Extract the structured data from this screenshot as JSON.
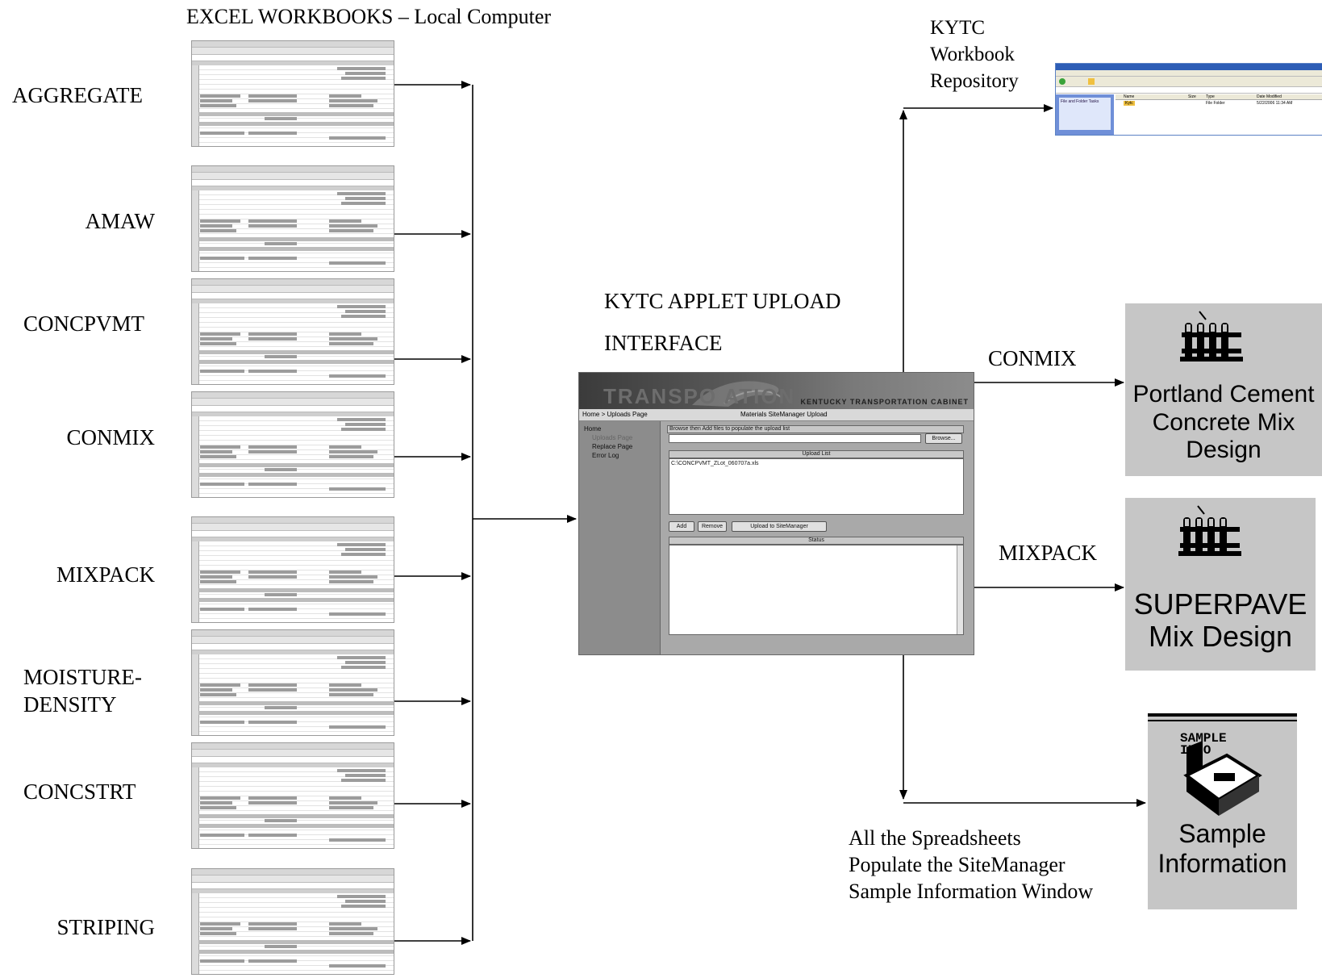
{
  "header": "EXCEL WORKBOOKS – Local Computer",
  "workbooks": [
    "AGGREGATE",
    "AMAW",
    "CONCPVMT",
    "CONMIX",
    "MIXPACK",
    "MOISTURE-\nDENSITY",
    "CONCSTRT",
    "STRIPING"
  ],
  "applet": {
    "title_line1": "KYTC APPLET UPLOAD",
    "title_line2": "INTERFACE",
    "banner_big": "TRANSPO    ATION",
    "banner_small": "KENTUCKY TRANSPORTATION CABINET",
    "breadcrumb": "Home > Uploads Page",
    "page_title": "Materials SiteManager Upload",
    "nav": [
      "Home",
      "Uploads Page",
      "Replace Page",
      "Error Log"
    ],
    "browse_label": "Browse then Add files to populate the upload list",
    "browse_button": "Browse...",
    "upload_list_header": "Upload List",
    "upload_list_item": "C:\\CONCPVMT_ZLot_060707a.xls",
    "add_button": "Add",
    "remove_button": "Remove",
    "upload_button": "Upload to SiteManager",
    "status_header": "Status"
  },
  "repository": {
    "label": "KYTC\nWorkbook\nRepository",
    "window_columns": [
      "Name",
      "Size",
      "Type",
      "Date Modified"
    ],
    "window_row": [
      "Kytc",
      "",
      "File Folder",
      "5/22/2006 11:34 AM"
    ],
    "window_panel": "File and Folder Tasks"
  },
  "outputs": [
    {
      "label": "CONMIX",
      "icon": "test-tubes-icon",
      "caption": "Portland Cement\nConcrete Mix\nDesign"
    },
    {
      "label": "MIXPACK",
      "icon": "test-tubes-icon",
      "caption": "SUPERPAVE\nMix Design"
    },
    {
      "label": "All the Spreadsheets\nPopulate the SiteManager\nSample Information Window",
      "icon": "sample-info-box-icon",
      "icon_text": "SAMPLE\nINFO",
      "caption": "Sample\nInformation"
    }
  ]
}
